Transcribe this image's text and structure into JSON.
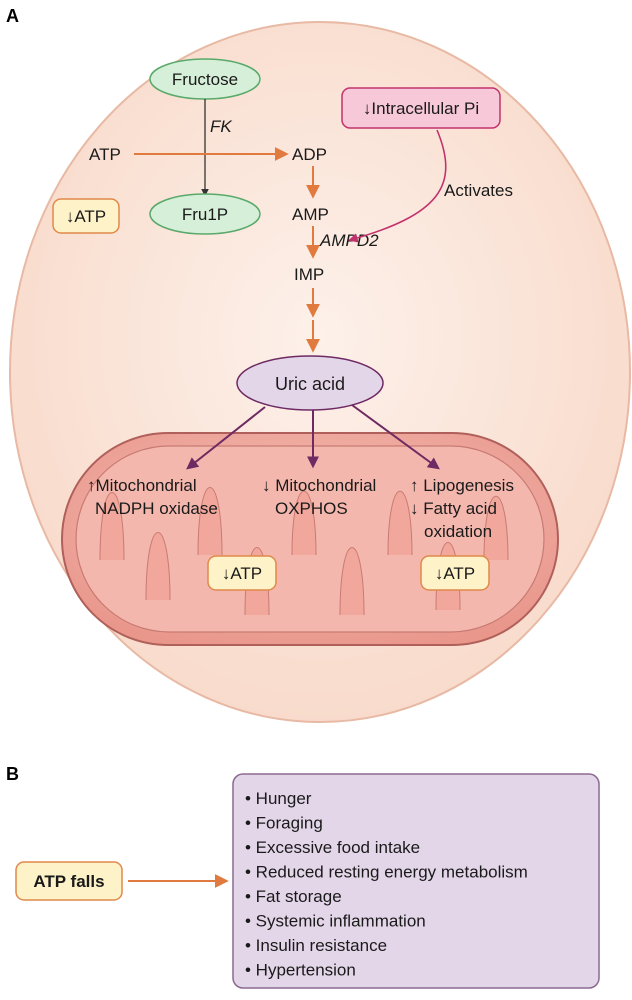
{
  "panel_a": {
    "label": "A",
    "fructose": "Fructose",
    "fk": "FK",
    "fru1p": "Fru1P",
    "atp": "ATP",
    "adp": "ADP",
    "amp": "AMP",
    "ampd2": "AMPD2",
    "imp": "IMP",
    "atp_down_cell": "↓ATP",
    "intracellular_pi": "↓Intracellular Pi",
    "activates": "Activates",
    "uric_acid": "Uric acid",
    "mito_left_line1": "↑Mitochondrial",
    "mito_left_line2": "NADPH oxidase",
    "mito_mid_line1": "↓ Mitochondrial",
    "mito_mid_line2": "OXPHOS",
    "mito_right_line1": "↑ Lipogenesis",
    "mito_right_line2": "↓ Fatty acid",
    "mito_right_line3": "oxidation",
    "atp_down_mito_left": "↓ATP",
    "atp_down_mito_right": "↓ATP"
  },
  "panel_b": {
    "label": "B",
    "atp_falls": "ATP falls",
    "effects": [
      "• Hunger",
      "• Foraging",
      "• Excessive food intake",
      "• Reduced resting energy metabolism",
      "• Fat storage",
      "• Systemic inflammation",
      "• Insulin resistance",
      "• Hypertension"
    ]
  },
  "colors": {
    "cell_fill": "#fbe3d6",
    "mito_fill": "#f2aaa0",
    "orange_arrow": "#e07a3e",
    "purple_arrow": "#6e2a63",
    "magenta_arrow": "#c2326c",
    "green_fill": "#d6efd9",
    "yellow_fill": "#fdf2c8",
    "pink_fill": "#f7c8d8",
    "lilac_fill": "#e3d6e9"
  }
}
